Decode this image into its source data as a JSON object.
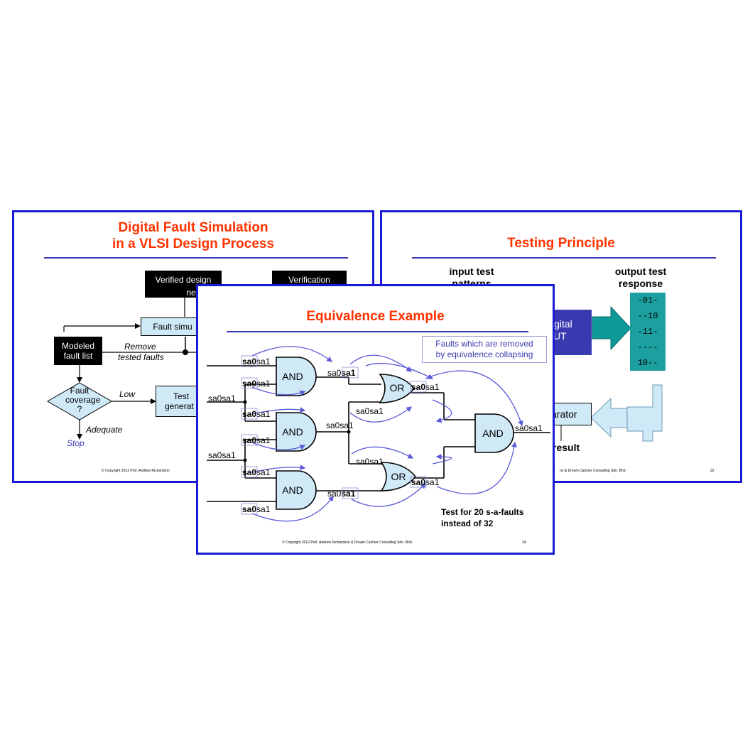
{
  "left_slide": {
    "title_line1": "Digital Fault Simulation",
    "title_line2": "in a VLSI Design Process",
    "verified_design": "Verified design",
    "netlist": "netlist",
    "verification": "Verification",
    "fault_simu": "Fault simu",
    "modeled_fault_list_1": "Modeled",
    "modeled_fault_list_2": "fault list",
    "remove_1": "Remove",
    "remove_2": "tested faults",
    "fault_cov_1": "Fault",
    "fault_cov_2": "coverage",
    "fault_cov_3": "?",
    "low": "Low",
    "test_gen_1": "Test",
    "test_gen_2": "generat",
    "adequate": "Adequate",
    "stop": "Stop",
    "copyright": "© Copyright 2012  Prof. Andrew Richardson"
  },
  "right_slide": {
    "title": "Testing Principle",
    "input_1": "input test",
    "input_2": "patterns",
    "output_1": "output test",
    "output_2": "response",
    "dut_1": "igital",
    "dut_2": "UT",
    "responses": [
      "-01-",
      "--10",
      "-11-",
      "----",
      "10--"
    ],
    "comparator": "arator",
    "result": "result",
    "copyright": "on & Dream Catcher Consulting Sdn. Bhd.",
    "page": "22"
  },
  "front_slide": {
    "title": "Equivalence Example",
    "note_1": "Faults which are removed",
    "note_2": "by equivalence  collapsing",
    "and_label": "AND",
    "or_label": "OR",
    "sa0": "sa0",
    "sa1": "sa1",
    "test_note_1": "Test for 20 s-a-faults",
    "test_note_2": "instead of 32",
    "copyright": "© Copyright 2012  Prof. Andrew Richardson & Dream Catcher Consulting Sdn. Bhd.",
    "page": "34"
  }
}
